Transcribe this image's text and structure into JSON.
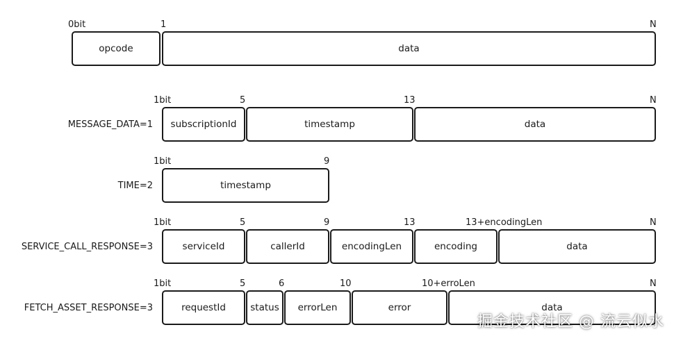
{
  "header_row": {
    "ticks": [
      "0bit",
      "1",
      "N"
    ],
    "fields": [
      "opcode",
      "data"
    ]
  },
  "message_data": {
    "label": "MESSAGE_DATA=1",
    "ticks": [
      "1bit",
      "5",
      "13",
      "N"
    ],
    "fields": [
      "subscriptionId",
      "timestamp",
      "data"
    ]
  },
  "time": {
    "label": "TIME=2",
    "ticks": [
      "1bit",
      "9"
    ],
    "fields": [
      "timestamp"
    ]
  },
  "service_call_response": {
    "label": "SERVICE_CALL_RESPONSE=3",
    "ticks": [
      "1bit",
      "5",
      "9",
      "13",
      "13+encodingLen",
      "N"
    ],
    "fields": [
      "serviceId",
      "callerId",
      "encodingLen",
      "encoding",
      "data"
    ]
  },
  "fetch_asset_response": {
    "label": "FETCH_ASSET_RESPONSE=3",
    "ticks": [
      "1bit",
      "5",
      "6",
      "10",
      "10+erroLen",
      "N"
    ],
    "fields": [
      "requestId",
      "status",
      "errorLen",
      "error",
      "data"
    ]
  },
  "watermark": "掘金技术社区 @ 流云似水"
}
